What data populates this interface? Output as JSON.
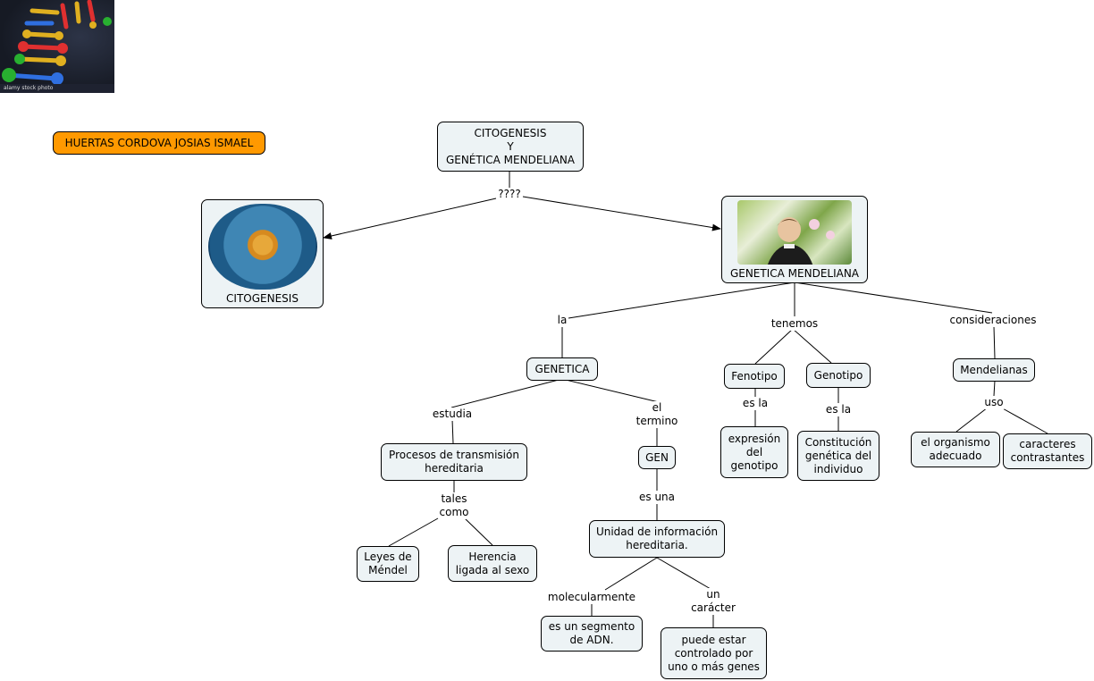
{
  "thumbnail": {
    "icon": "dna-helix-image",
    "caption": "alamy stock photo"
  },
  "author": "HUERTAS CORDOVA JOSIAS ISMAEL",
  "colors": {
    "node_fill": "#edf3f5",
    "author_fill": "#ff9900",
    "line": "#000000"
  },
  "nodes": {
    "root": "CITOGENESIS\nY\nGENÉTICA MENDELIANA",
    "citogenesis": "CITOGENESIS",
    "genetica_mendeliana": "GENETICA MENDELIANA",
    "genetica": "GENETICA",
    "fenotipo": "Fenotipo",
    "genotipo": "Genotipo",
    "mendelianas": "Mendelianas",
    "procesos": "Procesos de transmisión\nhereditaria",
    "gen": "GEN",
    "expresion": "expresión\ndel\ngenotipo",
    "constitucion": "Constitución\ngenética del\nindividuo",
    "organismo": "el organismo\nadecuado",
    "caracteres": "caracteres\ncontrastantes",
    "leyes": "Leyes de\nMéndel",
    "herencia": "Herencia\nligada al sexo",
    "unidad": "Unidad de información\nhereditaria.",
    "segmento": "es un segmento\nde ADN.",
    "controlado": "puede estar\ncontrolado por\nuno o más genes"
  },
  "links": {
    "qqqq": "????",
    "la": "la",
    "tenemos": "tenemos",
    "consideraciones": "consideraciones",
    "estudia": "estudia",
    "el_termino": "el\ntermino",
    "es_la_1": "es la",
    "es_la_2": "es la",
    "uso": "uso",
    "tales_como": "tales\ncomo",
    "es_una": "es una",
    "molecularmente": "molecularmente",
    "un_caracter": "un\ncarácter"
  },
  "images": {
    "citogenesis": "cell-illustration",
    "genetica_mendeliana": "mendel-with-plants-illustration"
  }
}
